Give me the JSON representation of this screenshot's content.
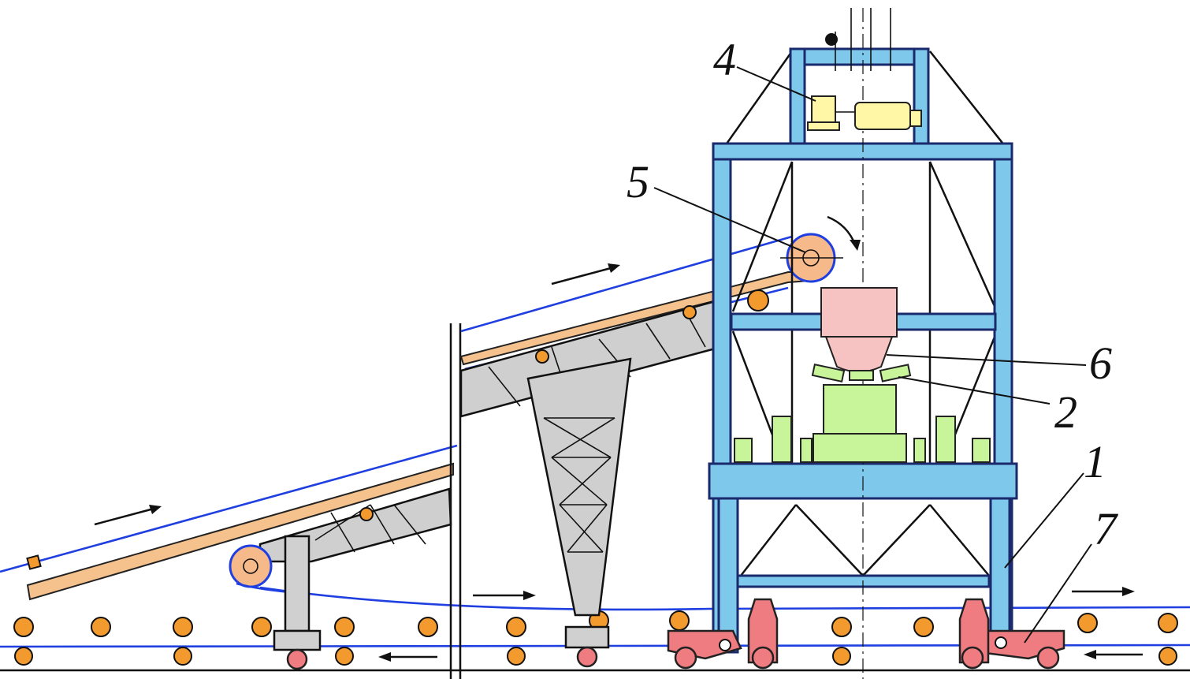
{
  "callouts": {
    "c1": "1",
    "c2": "2",
    "c4": "4",
    "c5": "5",
    "c6": "6",
    "c7": "7"
  },
  "colors": {
    "frame": "#7ec8ec",
    "belt": "#1f3fe0",
    "truss": "#cfcfcf",
    "roller": "#f39a2f",
    "crusher": "#c8f59a",
    "hopper": "#f6c2c2",
    "base": "#ef7c80"
  }
}
